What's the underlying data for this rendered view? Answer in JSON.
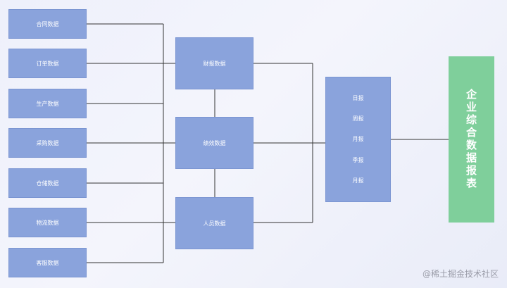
{
  "sources": [
    "合同数据",
    "订单数据",
    "生产数据",
    "采购数据",
    "仓储数据",
    "物流数据",
    "客服数据"
  ],
  "middle": [
    "财报数据",
    "绩效数据",
    "人员数据"
  ],
  "periods": [
    "日报",
    "周报",
    "月报",
    "季报",
    "月报"
  ],
  "final": "企业综合数据报表",
  "watermark": "@稀土掘金技术社区",
  "colors": {
    "box": "#8aa3dc",
    "final": "#7fcf9b",
    "line": "#333333"
  }
}
